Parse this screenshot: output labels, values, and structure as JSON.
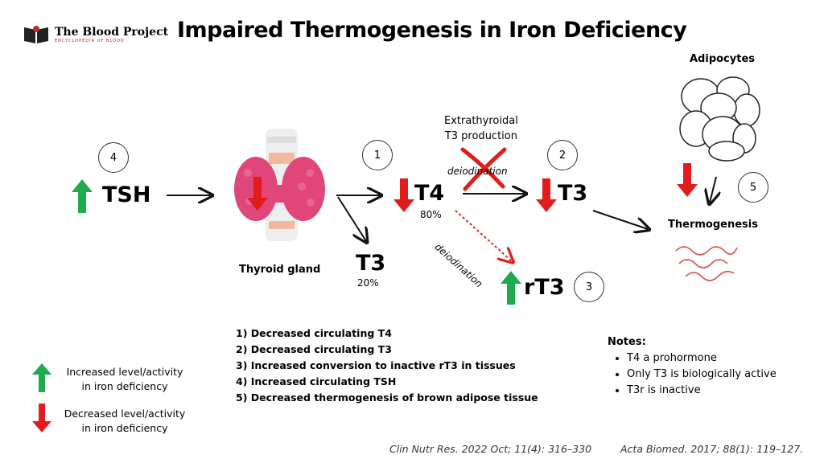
{
  "logo": {
    "name": "The Blood Project",
    "subtitle": "ENCYCLOPEDIA OF BLOOD"
  },
  "title": "Impaired Thermogenesis in Iron Deficiency",
  "tsh": {
    "number": "4",
    "label": "TSH"
  },
  "thyroid": {
    "label": "Thyroid gland"
  },
  "t4": {
    "number": "1",
    "label": "T4",
    "percent": "80%"
  },
  "t3_direct": {
    "label": "T3",
    "percent": "20%"
  },
  "extrathyroidal": {
    "line1": "Extrathyroidal",
    "line2": "T3 production",
    "deiod": "deiodination"
  },
  "t3": {
    "number": "2",
    "label": "T3"
  },
  "rt3": {
    "number": "3",
    "label": "rT3",
    "deiod": "deiodination"
  },
  "adipo": {
    "label": "Adipocytes",
    "number": "5",
    "thermo": "Thermogenesis"
  },
  "items": [
    "1) Decreased circulating T4",
    "2) Decreased circulating T3",
    "3) Increased conversion to inactive rT3 in tissues",
    "4) Increased circulating TSH",
    "5) Decreased thermogenesis of brown adipose tissue"
  ],
  "notes": {
    "title": "Notes:",
    "bullets": [
      "T4 a prohormone",
      "Only T3 is biologically active",
      "T3r is inactive"
    ]
  },
  "legend": {
    "up_line1": "Increased level/activity",
    "up_line2": "in iron deficiency",
    "down_line1": "Decreased level/activity",
    "down_line2": "in iron deficiency"
  },
  "refs": {
    "ref1": "Clin Nutr Res. 2022 Oct; 11(4): 316–330",
    "ref2": "Acta Biomed. 2017; 88(1): 119–127."
  },
  "colors": {
    "up": "#1faa4f",
    "down": "#e21b1b",
    "thyroid": "#e0467a",
    "wave": "#d9534f"
  }
}
